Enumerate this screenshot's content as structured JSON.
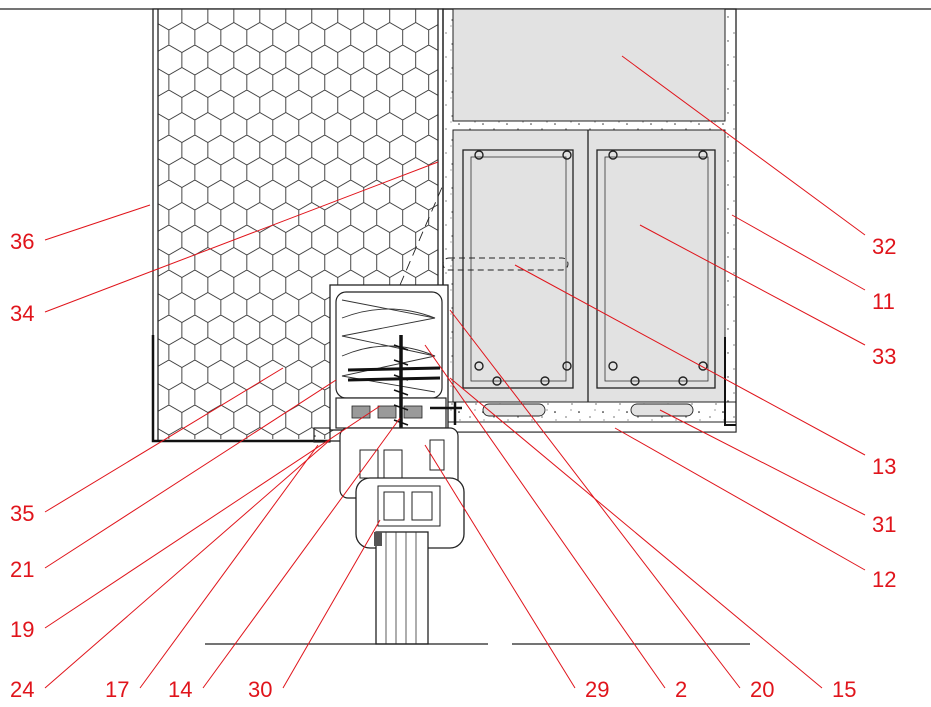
{
  "callouts": [
    {
      "id": "36",
      "label": "36"
    },
    {
      "id": "34",
      "label": "34"
    },
    {
      "id": "35",
      "label": "35"
    },
    {
      "id": "21",
      "label": "21"
    },
    {
      "id": "19",
      "label": "19"
    },
    {
      "id": "24",
      "label": "24"
    },
    {
      "id": "17",
      "label": "17"
    },
    {
      "id": "14",
      "label": "14"
    },
    {
      "id": "30",
      "label": "30"
    },
    {
      "id": "29",
      "label": "29"
    },
    {
      "id": "2",
      "label": "2"
    },
    {
      "id": "20",
      "label": "20"
    },
    {
      "id": "15",
      "label": "15"
    },
    {
      "id": "32",
      "label": "32"
    },
    {
      "id": "11",
      "label": "11"
    },
    {
      "id": "33",
      "label": "33"
    },
    {
      "id": "13",
      "label": "13"
    },
    {
      "id": "31",
      "label": "31"
    },
    {
      "id": "12",
      "label": "12"
    }
  ],
  "colors": {
    "accent": "#e0141b",
    "line": "#222222",
    "fill_grey": "#e2e2e2"
  }
}
